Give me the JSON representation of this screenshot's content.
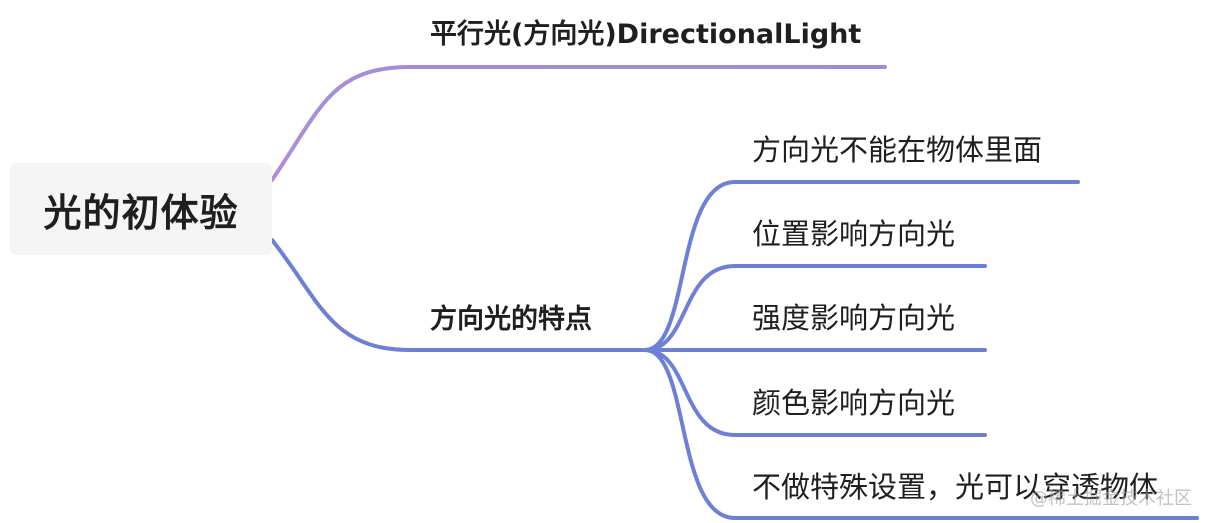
{
  "root": {
    "label": "光的初体验"
  },
  "branches": [
    {
      "label": "平行光(方向光)DirectionalLight",
      "children": []
    },
    {
      "label": "方向光的特点",
      "children": [
        {
          "label": "方向光不能在物体里面"
        },
        {
          "label": "位置影响方向光"
        },
        {
          "label": "强度影响方向光"
        },
        {
          "label": "颜色影响方向光"
        },
        {
          "label": "不做特殊设置，光可以穿透物体"
        }
      ]
    }
  ],
  "watermark": "@稀土掘金技术社区",
  "colors": {
    "branch1": "#a98ad8",
    "branch2": "#6d7fd6",
    "root_bg": "#f5f5f5",
    "text": "#1f1f1f"
  }
}
